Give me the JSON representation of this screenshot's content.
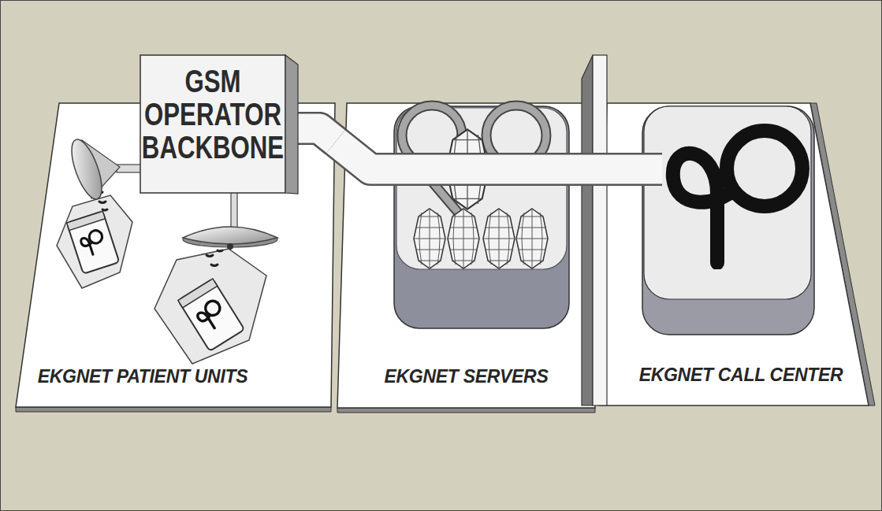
{
  "diagram": {
    "nodes": [
      {
        "text": [
          "EKGNET PATIENT UNITS"
        ]
      },
      {
        "text": [
          "GSM OPERATOR BACKBONE"
        ],
        "in": 0
      },
      {
        "text": [
          "EKGNET SERVERS"
        ]
      },
      {
        "text": [
          "EKGNET CALL CENTER"
        ]
      }
    ],
    "edges": [
      {
        "from": 1,
        "to": 2,
        "arrow": "none"
      },
      {
        "from": 2,
        "to": 3,
        "arrow": "none"
      }
    ]
  }
}
